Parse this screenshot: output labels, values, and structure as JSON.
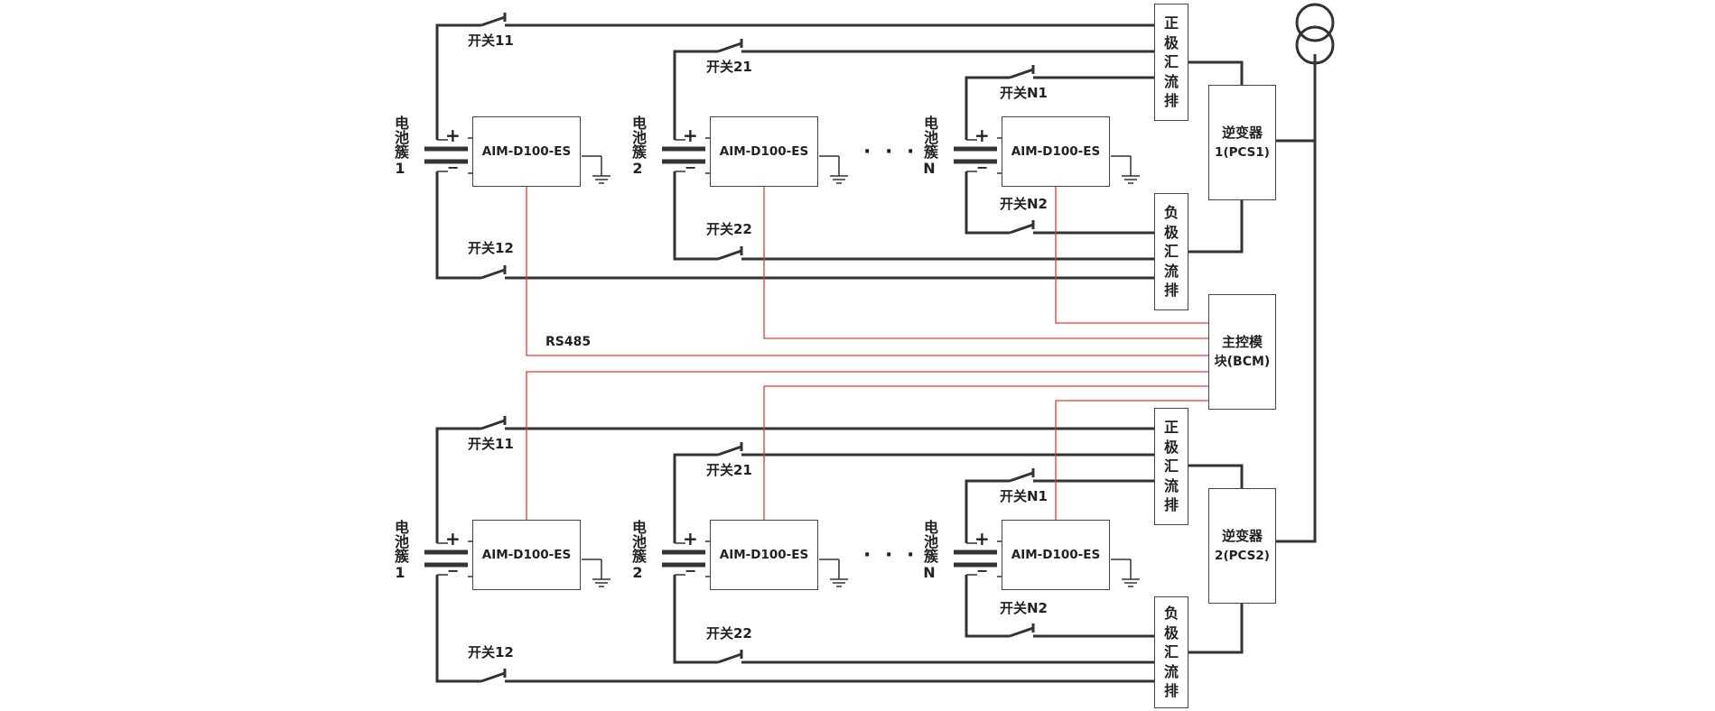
{
  "diagram": {
    "battery_cluster_label": "电池簇",
    "cluster_numbers": [
      "1",
      "2",
      "N"
    ],
    "module_label": "AIM-D100-ES",
    "plus_sign": "+",
    "minus_sign": "−",
    "ellipsis": "· · ·",
    "switches": {
      "pos": [
        "开关11",
        "开关21",
        "开关N1"
      ],
      "neg": [
        "开关12",
        "开关22",
        "开关N2"
      ]
    },
    "positive_busbar": [
      "正",
      "极",
      "汇",
      "流",
      "排"
    ],
    "negative_busbar": [
      "负",
      "极",
      "汇",
      "流",
      "排"
    ],
    "inverter_1": {
      "line1": "逆变器",
      "line2": "1(PCS1)"
    },
    "inverter_2": {
      "line1": "逆变器",
      "line2": "2(PCS2)"
    },
    "controller": {
      "line1": "主控模",
      "line2": "块(BCM)"
    },
    "comm_label": "RS485",
    "colors": {
      "power_line": "#333333",
      "signal_line": "#e8392f"
    }
  }
}
